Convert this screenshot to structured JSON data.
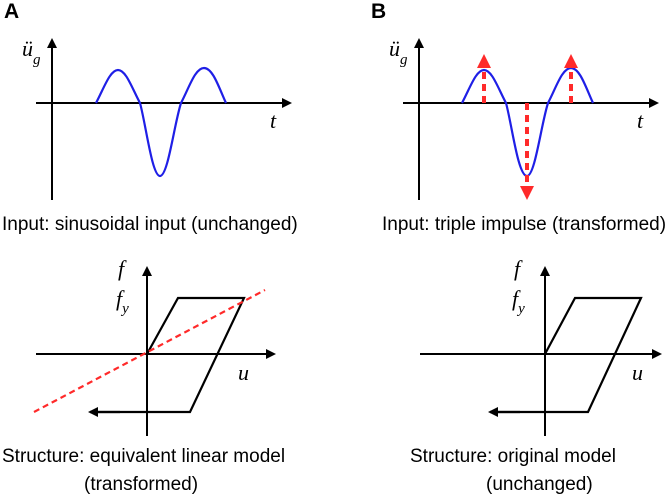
{
  "panel_a": {
    "letter": "A",
    "input_caption": "Input: sinusoidal input (unchanged)",
    "structure_caption_line1": "Structure: equivalent linear model",
    "structure_caption_line2": "(transformed)"
  },
  "panel_b": {
    "letter": "B",
    "input_caption": "Input: triple impulse (transformed)",
    "structure_caption_line1": "Structure: original model",
    "structure_caption_line2": "(unchanged)"
  },
  "symbols": {
    "ug": "ü",
    "ug_sub": "g",
    "t": "t",
    "f": "f",
    "fy": "f",
    "fy_sub": "y",
    "u": "u"
  },
  "colors": {
    "wave": "#1f1fe6",
    "impulse": "#ff2a2a",
    "equivalent_linear": "#ff2a2a",
    "axis": "#000000"
  }
}
